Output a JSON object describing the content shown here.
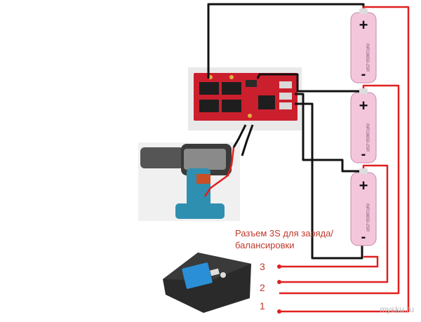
{
  "connector": {
    "caption": "Разъем 3S для заряда/балансировки",
    "pins": [
      "3",
      "2",
      "1"
    ]
  },
  "cells": [
    {
      "plus": "+",
      "minus": "-",
      "marking": "INR18650-25R"
    },
    {
      "plus": "+",
      "minus": "-",
      "marking": "INR18650-25R"
    },
    {
      "plus": "+",
      "minus": "-",
      "marking": "INR18650-25R"
    }
  ],
  "colors": {
    "wire_black": "#111111",
    "wire_red": "#e02020",
    "cell_pink": "#f4c6dc",
    "bms_board": "#cc1f2d",
    "charger": "#2a2a2a",
    "drill_body": "#2f8fb0"
  },
  "watermark": "mysku.ru"
}
